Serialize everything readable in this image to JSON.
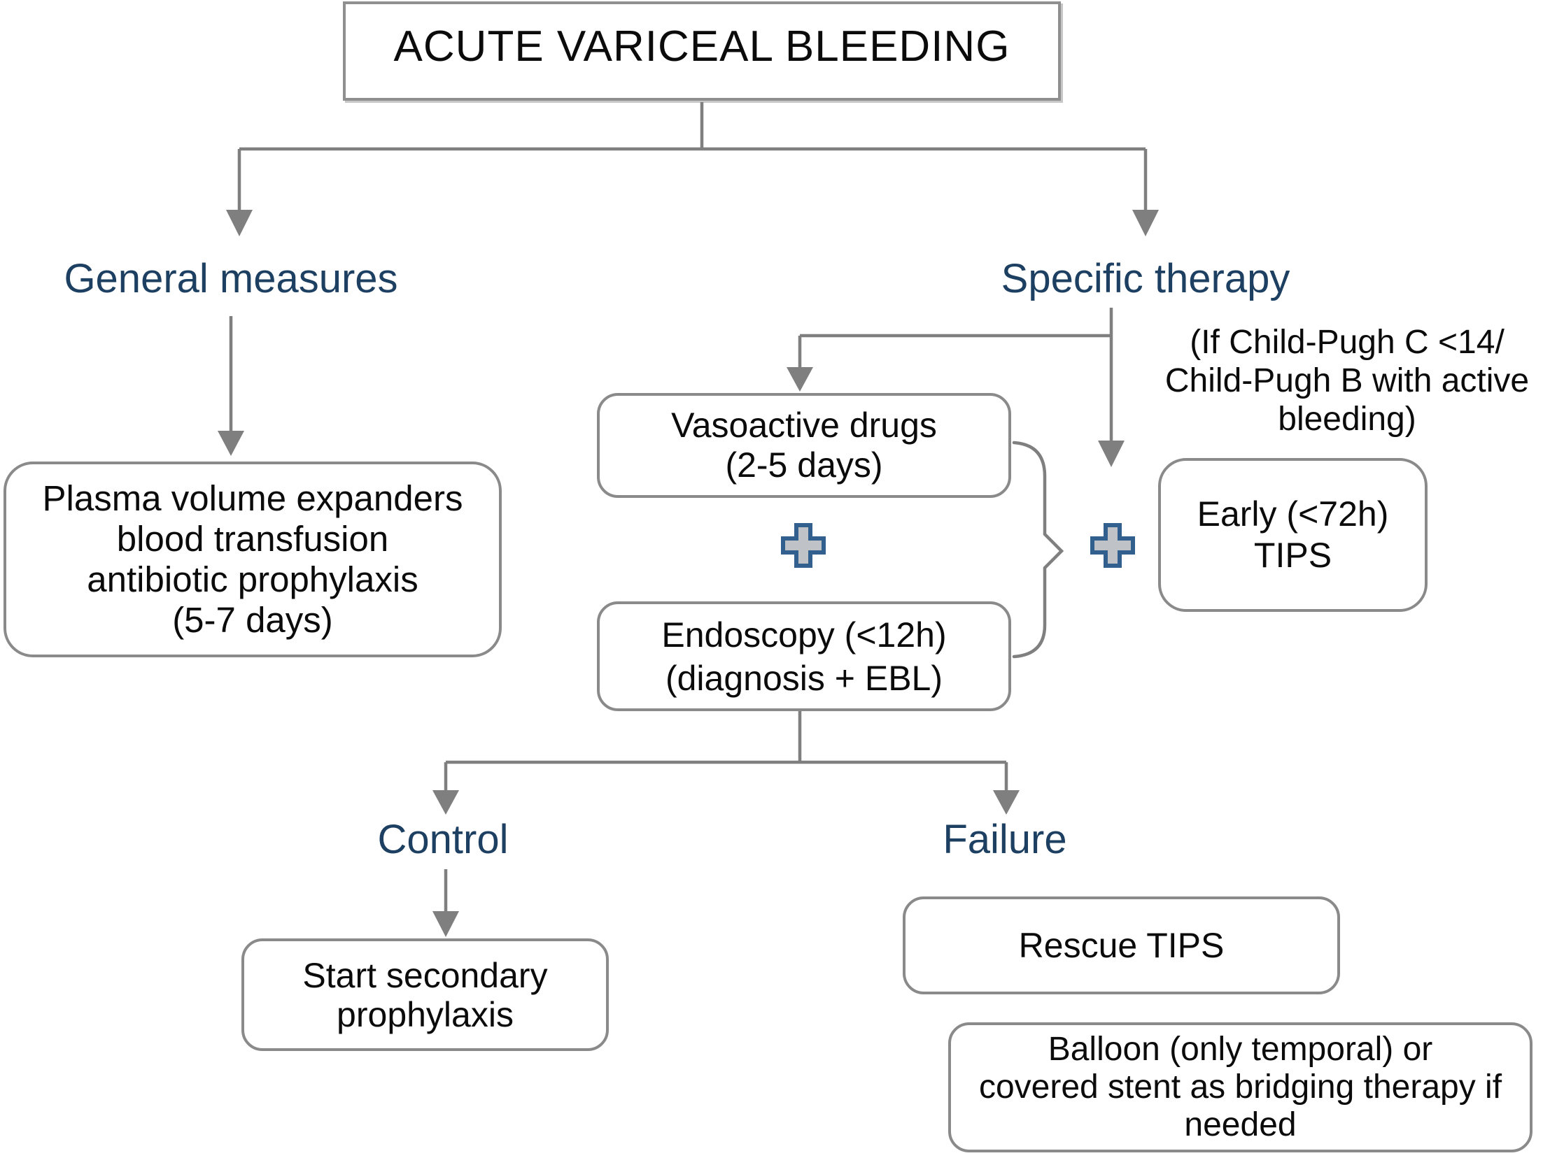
{
  "title": "ACUTE VARICEAL BLEEDING",
  "labels": {
    "general_measures": "General measures",
    "specific_therapy": "Specific therapy",
    "control": "Control",
    "failure": "Failure"
  },
  "annotations": {
    "child_pugh": {
      "line1": "(If Child-Pugh C <14/",
      "line2": "Child-Pugh B with active",
      "line3": "bleeding)"
    }
  },
  "nodes": {
    "plasma": {
      "line1": "Plasma volume expanders",
      "line2": "blood transfusion",
      "line3": "antibiotic prophylaxis",
      "line4": "(5-7 days)"
    },
    "vasoactive": {
      "line1": "Vasoactive drugs",
      "line2": "(2-5 days)"
    },
    "endoscopy": {
      "line1": "Endoscopy (<12h)",
      "line2": "(diagnosis + EBL)"
    },
    "early_tips": {
      "line1": "Early (<72h)",
      "line2": "TIPS"
    },
    "start_secondary": {
      "line1": "Start secondary",
      "line2": "prophylaxis"
    },
    "rescue_tips": {
      "line1": "Rescue TIPS"
    },
    "balloon": {
      "line1": "Balloon (only temporal) or",
      "line2": "covered stent as bridging therapy if",
      "line3": "needed"
    }
  },
  "colors": {
    "background": "#ffffff",
    "connector": "#7f7f7f",
    "box_border": "#8a8a8a",
    "heading_text": "#1d4062",
    "body_text": "#0b0b0b",
    "plus_fill": "#bfc2c6",
    "plus_stroke": "#315f8e"
  }
}
